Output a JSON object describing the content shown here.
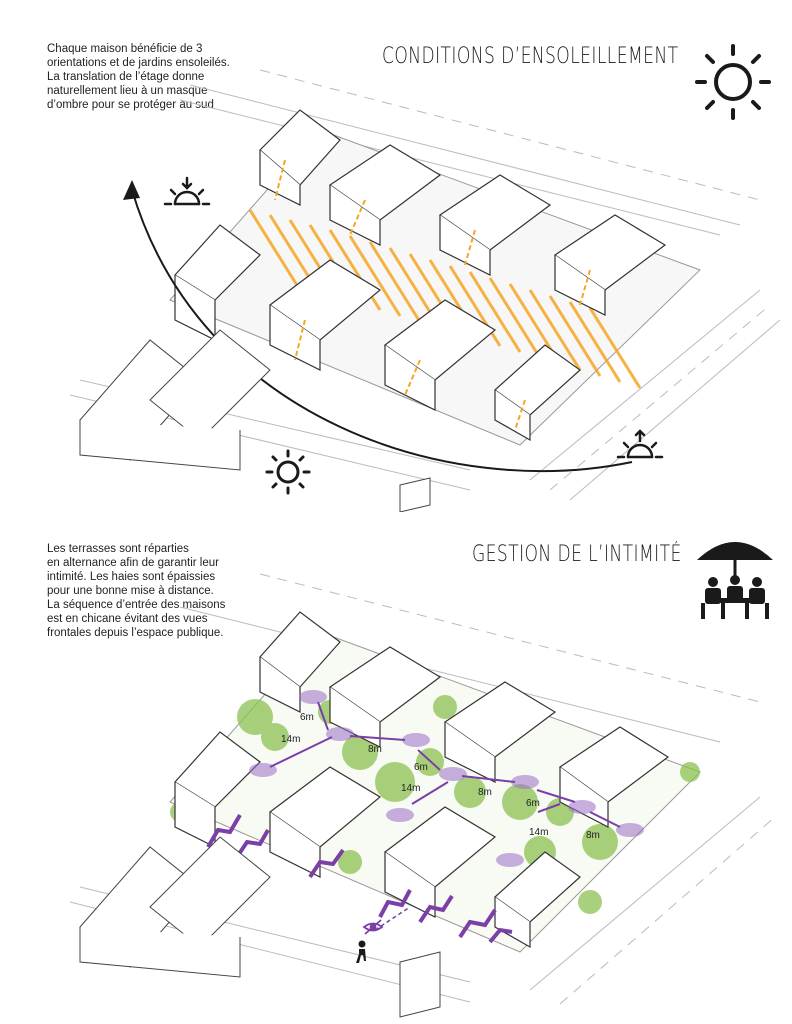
{
  "sunlight": {
    "title": "CONDITIONS D’ENSOLEILLEMENT",
    "description": "Chaque maison bénéficie de 3\norientations et de jardins ensoleilés.\nLa translation de l’étage donne\nnaturellement lieu à un masque\nd’ombre pour se protéger au sud",
    "icons": [
      "sun-icon",
      "sunrise-icon",
      "sunset-icon"
    ],
    "colors": {
      "shadow_hatch": "#f5a623",
      "sun_arc": "#1a1a1a"
    }
  },
  "privacy": {
    "title": "GESTION DE L’INTIMITÉ",
    "description": "Les terrasses sont réparties\nen alternance afin de garantir leur\nintimité. Les haies sont épaissies\npour une bonne mise à distance.\nLa séquence d’entrée des maisons\nest en chicane évitant des vues\nfrontales depuis l’espace publique.",
    "icons": [
      "umbrella-table-icon",
      "pedestrian-icon",
      "eye-icon"
    ],
    "distances": [
      "6m",
      "14m",
      "8m",
      "6m",
      "14m",
      "8m",
      "6m",
      "14m",
      "8m"
    ],
    "colors": {
      "terrace": "#9b6ec7",
      "arrow": "#7b3fa8",
      "hedge": "#8cc152"
    }
  }
}
